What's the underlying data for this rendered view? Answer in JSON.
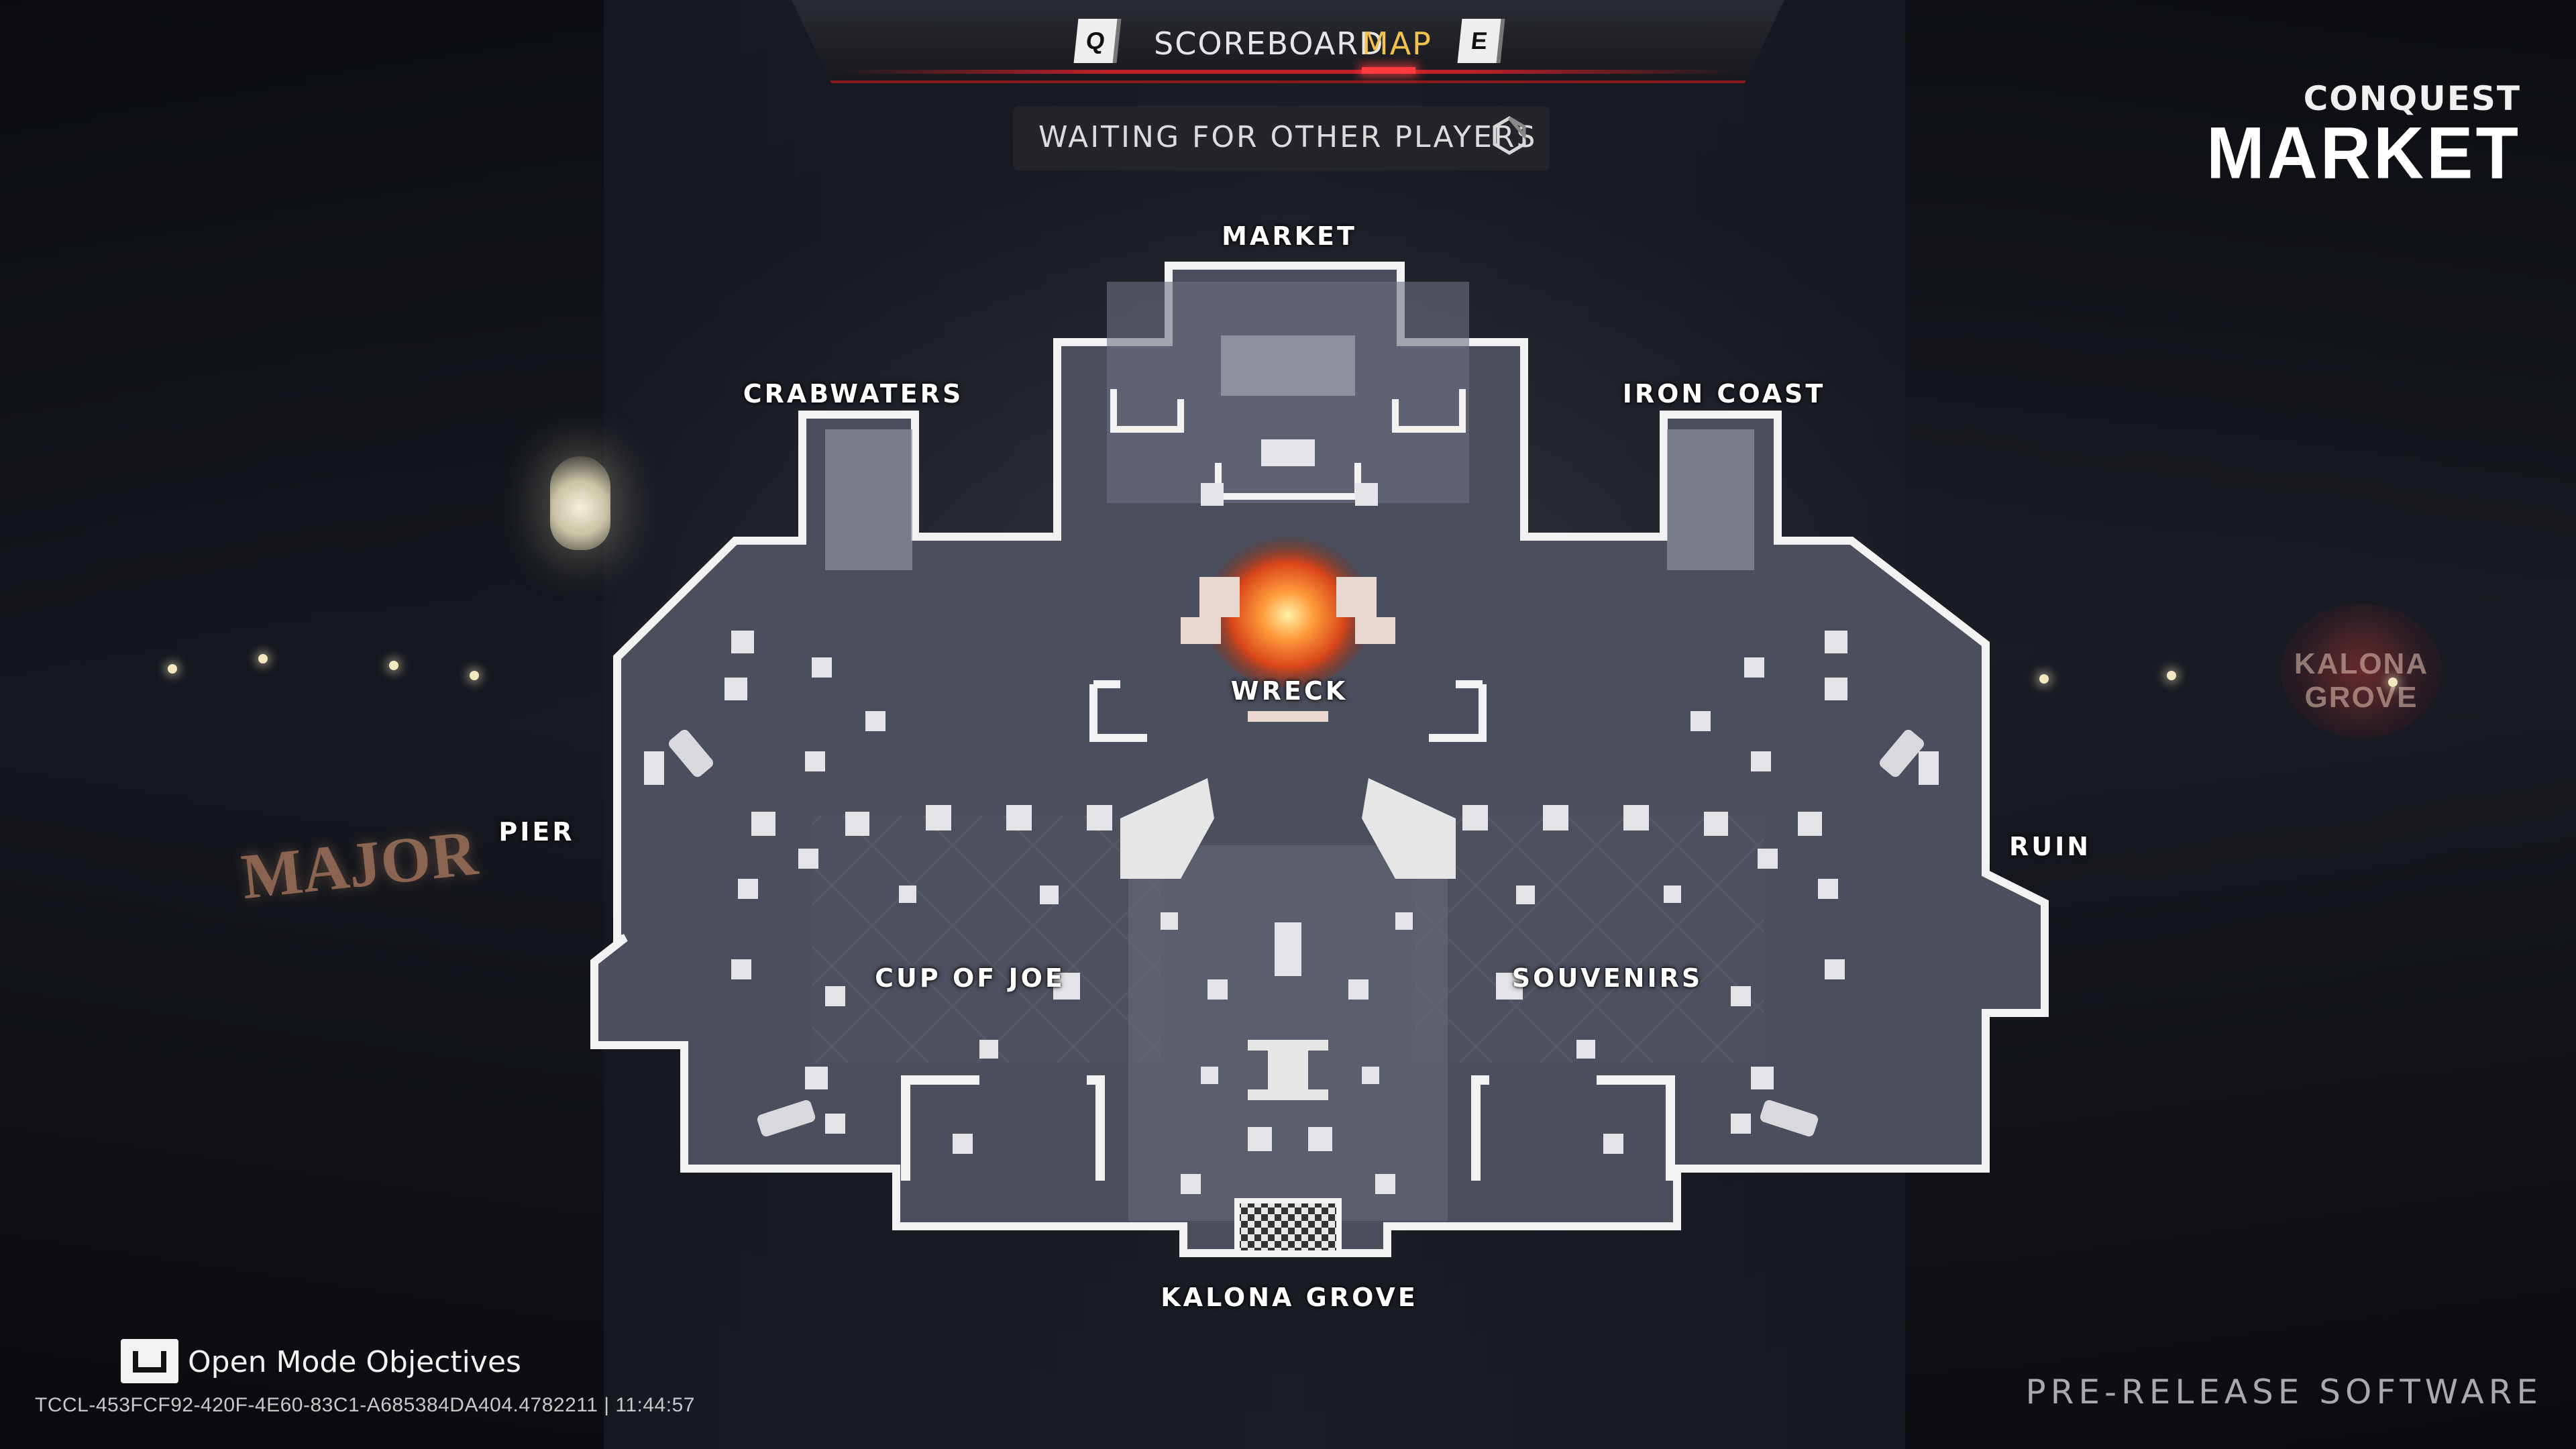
{
  "tabs": {
    "prev_key": "Q",
    "next_key": "E",
    "items": [
      {
        "label": "SCOREBOARD",
        "active": false
      },
      {
        "label": "MAP",
        "active": true
      }
    ],
    "active_color": "#f2c14e",
    "accent_color": "#c0202a"
  },
  "status": {
    "waiting_text": "WAITING FOR OTHER PLAYERS",
    "spinner_icon": "loading-spinner-icon"
  },
  "match": {
    "mode": "CONQUEST",
    "map_name": "MARKET"
  },
  "map": {
    "zones": [
      "MARKET",
      "CRABWATERS",
      "IRON COAST",
      "WRECK",
      "PIER",
      "RUIN",
      "CUP OF JOE",
      "SOUVENIRS",
      "KALONA GROVE"
    ],
    "wreck_fire_color": "#ff6a1f"
  },
  "footer": {
    "objectives_icon": "touchpad-icon",
    "objectives_label": "Open Mode Objectives",
    "build_id": "TCCL-453FCF92-420F-4E60-83C1-A685384DA404.4782211 | 11:44:57",
    "prerelease": "PRE-RELEASE SOFTWARE"
  },
  "background": {
    "sign_left": "MAJOR",
    "sign_right": "KALONA GROVE"
  }
}
